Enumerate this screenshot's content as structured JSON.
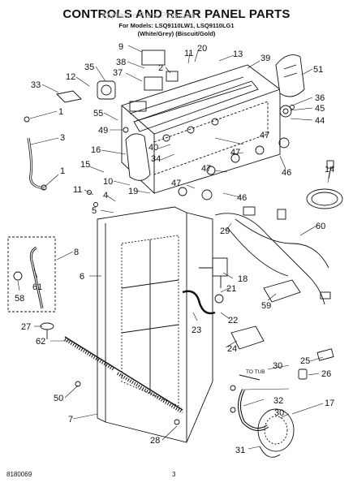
{
  "header": {
    "title": "CONTROLS AND REAR PANEL PARTS",
    "watermark": "Appliance Parts Pros.com",
    "models": "For Models: LSQ9110LW1, LSQ9110LG1",
    "colors": "(White/Grey)  (Biscuit/Gold)"
  },
  "footer": {
    "part_number": "8180069",
    "page": "3"
  },
  "annotations": {
    "to_tub": "TO TUB"
  },
  "callouts": {
    "c9": "9",
    "c20": "20",
    "c11a": "11",
    "c13": "13",
    "c38": "38",
    "c2": "2",
    "c37": "37",
    "c35": "35",
    "c33": "33",
    "c12": "12",
    "c39": "39",
    "c51": "51",
    "c36": "36",
    "c45": "45",
    "c44": "44",
    "c1a": "1",
    "c55": "55",
    "c49": "49",
    "c3": "3",
    "c1b": "1",
    "c16": "16",
    "c40": "40",
    "c34": "34",
    "c47a": "47",
    "c47b": "47",
    "c47c": "47",
    "c47d": "47",
    "c46a": "46",
    "c46b": "46",
    "c15": "15",
    "c10": "10",
    "c19": "19",
    "c11b": "11",
    "c4": "4",
    "c5": "5",
    "c14": "14",
    "c29": "29",
    "c60": "60",
    "c8": "8",
    "c6": "6",
    "c61": "61",
    "c58": "58",
    "c18": "18",
    "c21": "21",
    "c59": "59",
    "c22": "22",
    "c23": "23",
    "c27": "27",
    "c62": "62",
    "c24": "24",
    "c25": "25",
    "c26": "26",
    "c30a": "30",
    "c30b": "30",
    "c50": "50",
    "c32": "32",
    "c17": "17",
    "c7": "7",
    "c28": "28",
    "c31": "31"
  }
}
